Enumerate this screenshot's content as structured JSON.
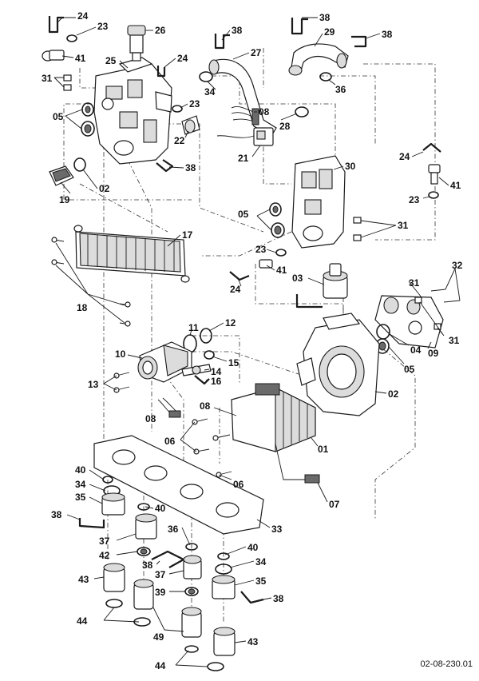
{
  "reference_code": "02-08-230.01",
  "parts": [
    {
      "id": "p24a",
      "label": "24"
    },
    {
      "id": "p23a",
      "label": "23"
    },
    {
      "id": "p26",
      "label": "26"
    },
    {
      "id": "p41a",
      "label": "41"
    },
    {
      "id": "p25",
      "label": "25"
    },
    {
      "id": "p24b",
      "label": "24"
    },
    {
      "id": "p31a",
      "label": "31"
    },
    {
      "id": "p05a",
      "label": "05"
    },
    {
      "id": "p23b",
      "label": "23"
    },
    {
      "id": "p22",
      "label": "22"
    },
    {
      "id": "p38a",
      "label": "38"
    },
    {
      "id": "p19",
      "label": "19"
    },
    {
      "id": "p02a",
      "label": "02"
    },
    {
      "id": "p17",
      "label": "17"
    },
    {
      "id": "p18",
      "label": "18"
    },
    {
      "id": "p38b",
      "label": "38"
    },
    {
      "id": "p27",
      "label": "27"
    },
    {
      "id": "p34a",
      "label": "34"
    },
    {
      "id": "p08a",
      "label": "08"
    },
    {
      "id": "p21",
      "label": "21"
    },
    {
      "id": "p28",
      "label": "28"
    },
    {
      "id": "p38c",
      "label": "38"
    },
    {
      "id": "p29",
      "label": "29"
    },
    {
      "id": "p38d",
      "label": "38"
    },
    {
      "id": "p36a",
      "label": "36"
    },
    {
      "id": "p30",
      "label": "30"
    },
    {
      "id": "p24c",
      "label": "24"
    },
    {
      "id": "p41b",
      "label": "41"
    },
    {
      "id": "p23c",
      "label": "23"
    },
    {
      "id": "p05b",
      "label": "05"
    },
    {
      "id": "p31b",
      "label": "31"
    },
    {
      "id": "p23d",
      "label": "23"
    },
    {
      "id": "p41c",
      "label": "41"
    },
    {
      "id": "p24d",
      "label": "24"
    },
    {
      "id": "p03",
      "label": "03"
    },
    {
      "id": "p31c",
      "label": "31"
    },
    {
      "id": "p32",
      "label": "32"
    },
    {
      "id": "p31d",
      "label": "31"
    },
    {
      "id": "p04",
      "label": "04"
    },
    {
      "id": "p09",
      "label": "09"
    },
    {
      "id": "p05c",
      "label": "05"
    },
    {
      "id": "p11",
      "label": "11"
    },
    {
      "id": "p12",
      "label": "12"
    },
    {
      "id": "p10",
      "label": "10"
    },
    {
      "id": "p14",
      "label": "14"
    },
    {
      "id": "p15",
      "label": "15"
    },
    {
      "id": "p13",
      "label": "13"
    },
    {
      "id": "p16",
      "label": "16"
    },
    {
      "id": "p02b",
      "label": "02"
    },
    {
      "id": "p08b",
      "label": "08"
    },
    {
      "id": "p08c",
      "label": "08"
    },
    {
      "id": "p06a",
      "label": "06"
    },
    {
      "id": "p01",
      "label": "01"
    },
    {
      "id": "p06b",
      "label": "06"
    },
    {
      "id": "p07",
      "label": "07"
    },
    {
      "id": "p40a",
      "label": "40"
    },
    {
      "id": "p34b",
      "label": "34"
    },
    {
      "id": "p35a",
      "label": "35"
    },
    {
      "id": "p40b",
      "label": "40"
    },
    {
      "id": "p38e",
      "label": "38"
    },
    {
      "id": "p33",
      "label": "33"
    },
    {
      "id": "p36b",
      "label": "36"
    },
    {
      "id": "p37a",
      "label": "37"
    },
    {
      "id": "p42",
      "label": "42"
    },
    {
      "id": "p40c",
      "label": "40"
    },
    {
      "id": "p38f",
      "label": "38"
    },
    {
      "id": "p34c",
      "label": "34"
    },
    {
      "id": "p37b",
      "label": "37"
    },
    {
      "id": "p43a",
      "label": "43"
    },
    {
      "id": "p35b",
      "label": "35"
    },
    {
      "id": "p39",
      "label": "39"
    },
    {
      "id": "p38g",
      "label": "38"
    },
    {
      "id": "p44a",
      "label": "44"
    },
    {
      "id": "p49",
      "label": "49"
    },
    {
      "id": "p43b",
      "label": "43"
    },
    {
      "id": "p44b",
      "label": "44"
    }
  ]
}
